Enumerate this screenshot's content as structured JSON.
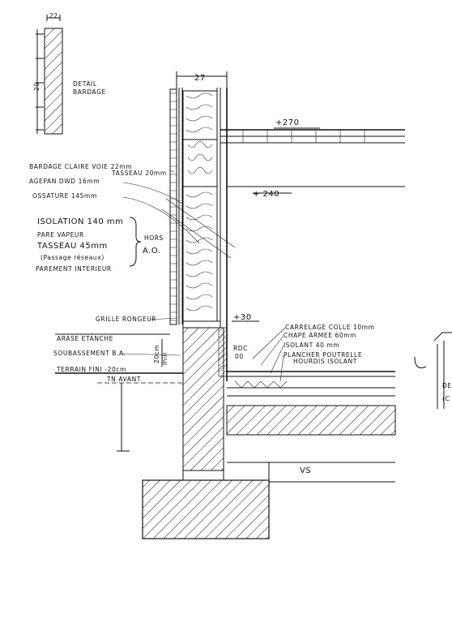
{
  "detail": {
    "dim_top": "22",
    "title_line1": "DETAIL",
    "title_line2": "BARDAGE"
  },
  "dims": {
    "wall_width": "27",
    "soub_height": "20cm",
    "ground_gap": "min"
  },
  "levels": {
    "l270": "+270",
    "l240": "+ 240",
    "l30": "+30",
    "rdc_line1": "RDC",
    "rdc_line2": "00"
  },
  "labels": {
    "bardage": "BARDAGE CLAIRE VOIE 22mm",
    "tasseau20": "TASSEAU 20mm",
    "agepan": "AGEPAN DWD 16mm",
    "ossature": "OSSATURE 145mm",
    "isolation": "ISOLATION 140 mm",
    "pare_vapeur": "PARE VAPEUR",
    "tasseau45": "TASSEAU 45mm",
    "passage": "(Passage réseaux)",
    "parement": "PAREMENT INTERIEUR",
    "hors": "HORS",
    "ao": "A.O.",
    "grille": "GRILLE RONGEUR",
    "arase": "ARASE ETANCHE",
    "soubassement": "SOUBASSEMENT B.A.",
    "terrain": "TERRAIN FINI -20cm",
    "tn": "TN AVANT",
    "carrelage": "CARRELAGE COLLE 10mm",
    "chape": "CHAPE ARMEE 60mm",
    "isolant": "ISOLANT 40 mm",
    "plancher1": "PLANCHER POUTRELLE",
    "plancher2": "HOURDIS ISOLANT",
    "vs": "VS",
    "edge_de": "DE",
    "edge_c": "(C"
  }
}
